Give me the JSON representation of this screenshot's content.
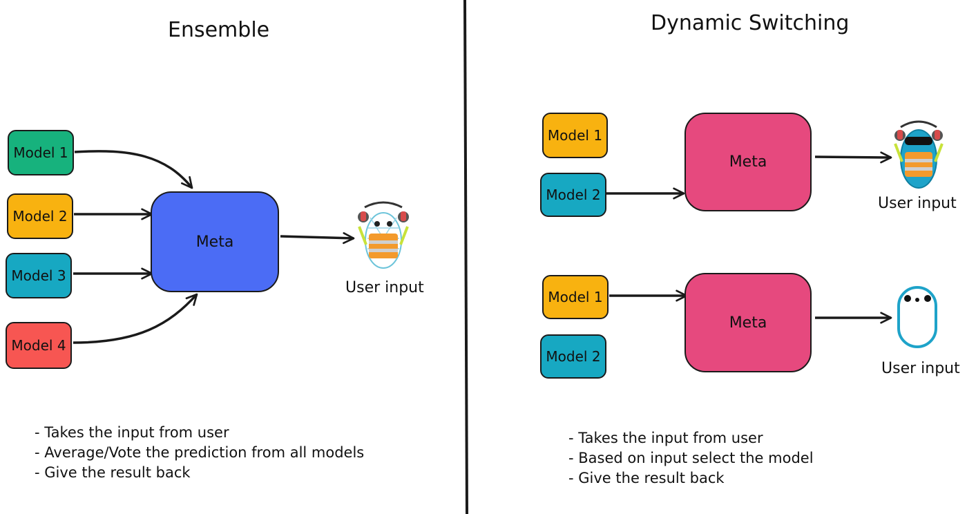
{
  "colors": {
    "green": "#17b27d",
    "amber": "#f8b210",
    "teal": "#17a8c2",
    "red": "#f75652",
    "blue": "#4b6cf5",
    "pink": "#e6497e",
    "ink": "#1a1a1a"
  },
  "ensemble": {
    "title": "Ensemble",
    "models": [
      "Model 1",
      "Model 2",
      "Model 3",
      "Model 4"
    ],
    "meta": "Meta",
    "user_input": "User input",
    "notes": [
      "Takes the input from user",
      "Average/Vote the prediction from all models",
      "Give the result back"
    ]
  },
  "dynamic": {
    "title": "Dynamic Switching",
    "top": {
      "models": [
        "Model 1",
        "Model 2"
      ],
      "meta": "Meta",
      "user_input": "User input"
    },
    "bottom": {
      "models": [
        "Model 1",
        "Model 2"
      ],
      "meta": "Meta",
      "user_input": "User input"
    },
    "notes": [
      "Takes the input from user",
      "Based on input select the model",
      "Give the result back"
    ]
  }
}
